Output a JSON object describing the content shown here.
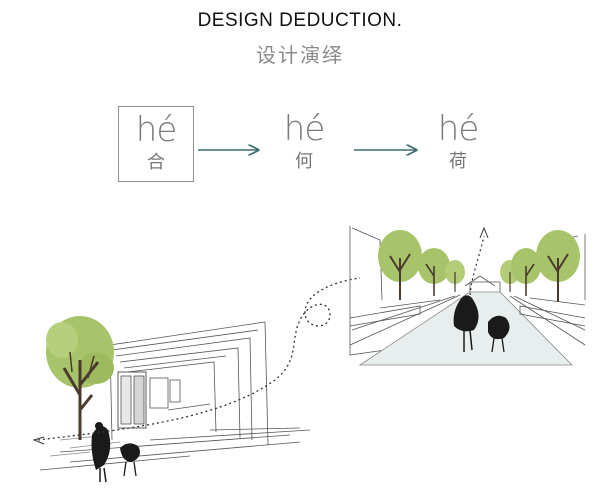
{
  "header": {
    "title": "DESIGN DEDUCTION.",
    "subtitle": "设计演绎"
  },
  "sequence": [
    {
      "pinyin": "hé",
      "character": "合",
      "boxed": true
    },
    {
      "pinyin": "hé",
      "character": "何",
      "boxed": false
    },
    {
      "pinyin": "hé",
      "character": "荷",
      "boxed": false
    }
  ],
  "colors": {
    "arrow": "#3a6e6a",
    "tree_foliage": "#a8c46a",
    "trunk": "#4a3b2e",
    "figure": "#1a1a1a",
    "path_dots": "#333333"
  }
}
